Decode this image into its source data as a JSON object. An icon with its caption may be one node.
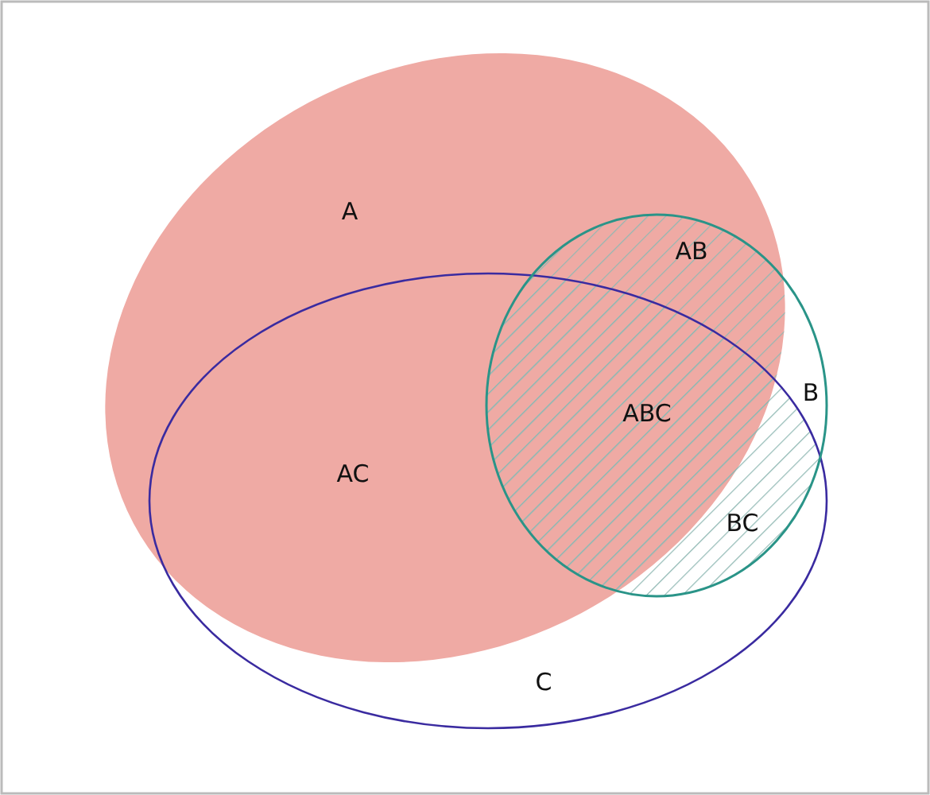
{
  "diagram": {
    "labels": [
      "A",
      "AB",
      "ABC",
      "B",
      "AC",
      "BC",
      "C"
    ]
  }
}
